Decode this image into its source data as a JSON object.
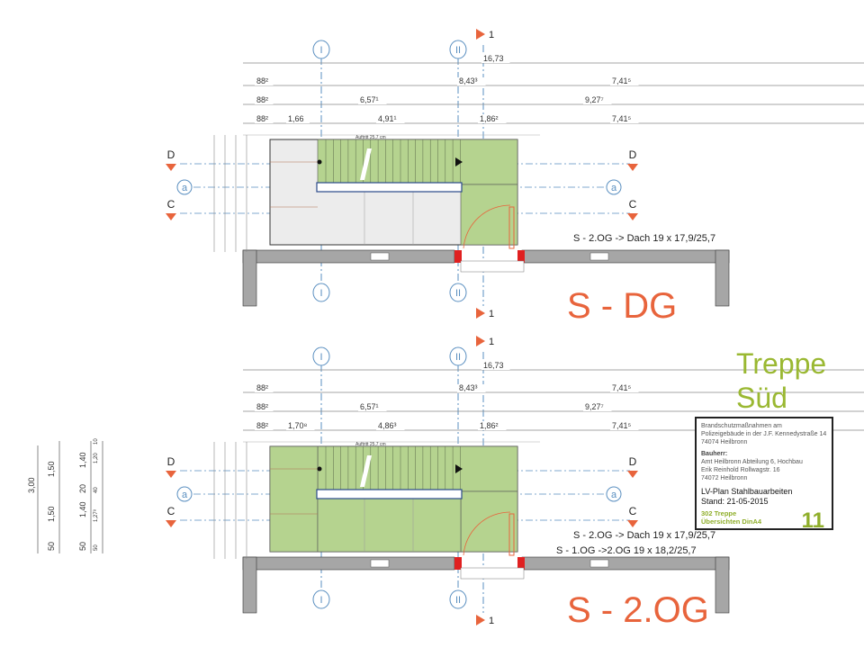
{
  "plans": [
    {
      "title": "S - DG",
      "upper_green": false,
      "dims": {
        "total": "16,73",
        "row1": [
          "88²",
          "8,43³",
          "7,41⁵"
        ],
        "row2": [
          "88²",
          "6,57¹",
          "9,27⁷"
        ],
        "row3": [
          "88²",
          "1,66",
          "4,91¹",
          "1,86²",
          "7,41⁵"
        ]
      },
      "axes": [
        "I",
        "II"
      ],
      "sections": [
        "D",
        "C"
      ],
      "grid": "a",
      "cut": "1",
      "tread_label": "Auftritt 25,7 cm",
      "notes": [
        "S - 2.OG -> Dach  19 x 17,9/25,7"
      ]
    },
    {
      "title": "S - 2.OG",
      "upper_green": true,
      "dims": {
        "total": "16,73",
        "row1": [
          "88²",
          "8,43³",
          "7,41⁵"
        ],
        "row2": [
          "88²",
          "6,57¹",
          "9,27⁷"
        ],
        "row3": [
          "88²",
          "1,70⁸",
          "4,86³",
          "1,86²",
          "7,41⁵"
        ]
      },
      "axes": [
        "I",
        "II"
      ],
      "sections": [
        "D",
        "C"
      ],
      "grid": "a",
      "cut": "1",
      "tread_label": "Auftritt 25,7 cm",
      "notes": [
        "S - 2.OG -> Dach  19 x 17,9/25,7",
        "S - 1.OG ->2.OG  19 x 18,2/25,7"
      ]
    }
  ],
  "side_dims": {
    "total": "3,00",
    "a": [
      "50",
      "1,50",
      "1,50"
    ],
    "b": [
      "50",
      "1,40",
      "20",
      "1,40"
    ],
    "c": [
      "50",
      "1,27⁸",
      "40",
      "1,20",
      "10"
    ]
  },
  "heading": {
    "line1": "Treppe",
    "line2": "Süd"
  },
  "title_block": {
    "project": [
      "Brandschutzmaßnahmen am",
      "Polizeigebäude in der J.F. Kennedystraße 14",
      "74074 Heilbronn"
    ],
    "client_label": "Bauherr:",
    "client": [
      "Amt Heilbronn  Abteilung 6, Hochbau",
      "Erik Reinhold    Rollwagstr. 16",
      "74072 Heilbronn"
    ],
    "plan": "LV-Plan Stahlbauarbeiten",
    "date": "Stand:  21-05-2015",
    "sub1": "302 Treppe",
    "sub2": "Übersichten DinA4",
    "number": "11"
  },
  "colors": {
    "accent": "#e8643c",
    "green": "#b5d38f",
    "heading": "#9ab832",
    "axis": "#5a8fc0",
    "wall": "#a6a6a6"
  }
}
